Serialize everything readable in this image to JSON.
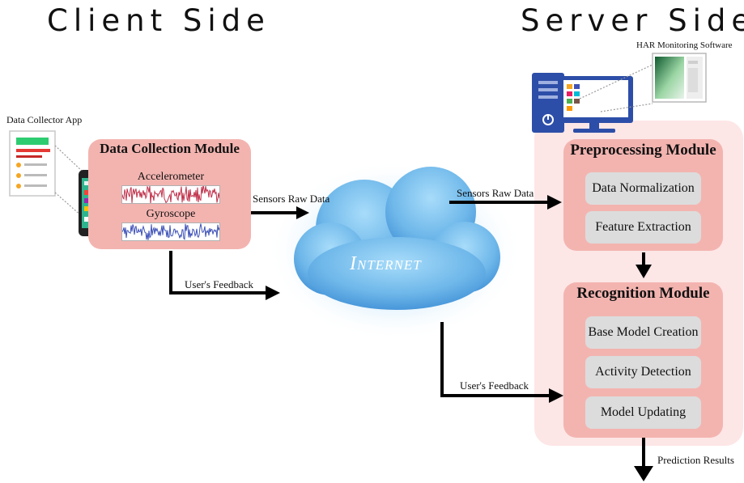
{
  "client_title": "Client Side",
  "server_title": "Server Side",
  "data_collector_app": "Data Collector App",
  "har_software": "HAR Monitoring Software",
  "data_collection": {
    "title": "Data Collection Module",
    "accelerometer": "Accelerometer",
    "gyroscope": "Gyroscope"
  },
  "internet": "Internet",
  "edges": {
    "sensors_raw_data_left": "Sensors Raw Data",
    "sensors_raw_data_right": "Sensors Raw Data",
    "users_feedback_left": "User's Feedback",
    "users_feedback_right": "User's Feedback",
    "prediction_results": "Prediction Results"
  },
  "preprocessing": {
    "title": "Preprocessing Module",
    "steps": [
      "Data Normalization",
      "Feature Extraction"
    ]
  },
  "recognition": {
    "title": "Recognition Module",
    "steps": [
      "Base Model Creation",
      "Activity Detection",
      "Model Updating"
    ]
  },
  "colors": {
    "module_fill": "#f3b4b0",
    "server_panel": "#fde6e6",
    "step_fill": "#dcdcdc",
    "cloud": "#6fb6e6",
    "accelerometer_signal": "#c0304a",
    "gyroscope_signal": "#3f52b8",
    "computer": "#2d4ea8"
  }
}
